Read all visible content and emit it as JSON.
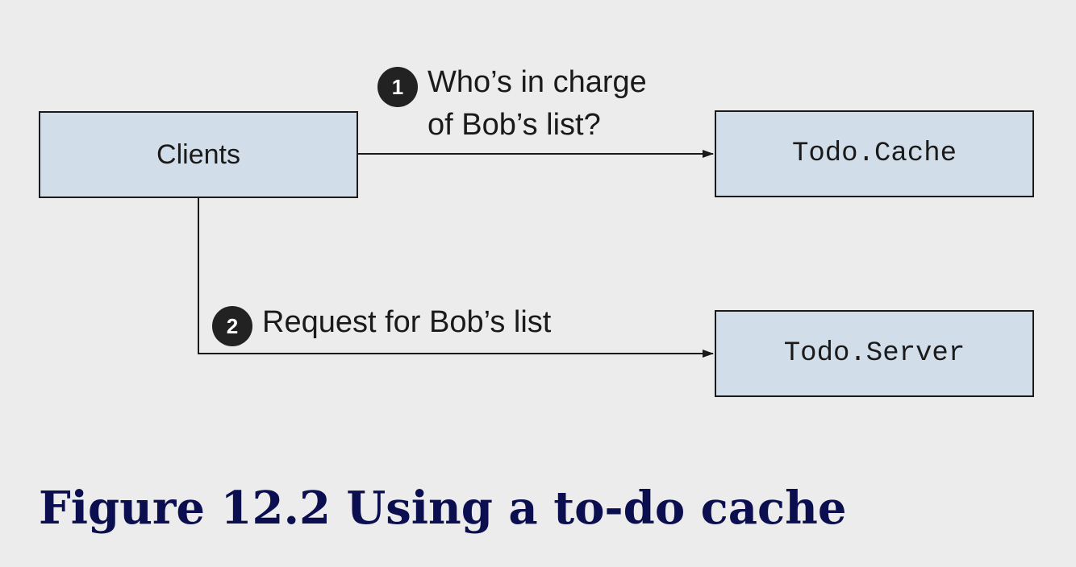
{
  "nodes": {
    "clients": "Clients",
    "cache": "Todo.Cache",
    "server": "Todo.Server"
  },
  "steps": [
    {
      "number": "1",
      "label_line1": "Who’s in charge",
      "label_line2": "of Bob’s list?"
    },
    {
      "number": "2",
      "label": "Request for Bob’s list"
    }
  ],
  "caption": "Figure 12.2 Using a to-do cache",
  "colors": {
    "background": "#ececec",
    "box_fill": "#d1dde9",
    "stroke": "#1a1a1a",
    "caption": "#0b0f4f"
  }
}
